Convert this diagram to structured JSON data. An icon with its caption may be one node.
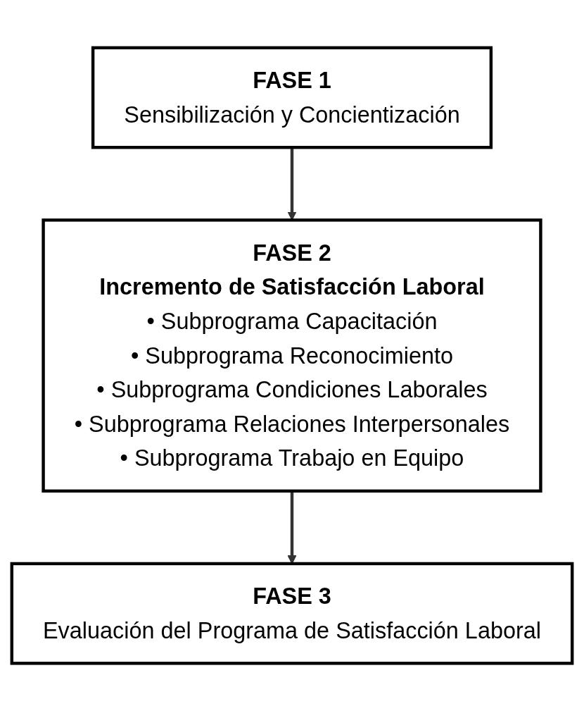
{
  "diagram": {
    "nodes": [
      {
        "text": [
          "FASE 1",
          "Sensibilización y Concientización"
        ]
      },
      {
        "text": [
          "FASE 2",
          "Incremento de Satisfacción Laboral",
          "• Subprograma Capacitación",
          "• Subprograma Reconocimiento",
          "• Subprograma Condiciones Laborales",
          "• Subprograma Relaciones Interpersonales",
          "• Subprograma Trabajo en Equipo"
        ]
      },
      {
        "text": [
          "FASE 3",
          "Evaluación del Programa de Satisfacción Laboral"
        ]
      }
    ],
    "edges": [
      {
        "from": 0,
        "to": 1,
        "arrow": "to"
      },
      {
        "from": 1,
        "to": 2,
        "arrow": "to"
      }
    ]
  }
}
